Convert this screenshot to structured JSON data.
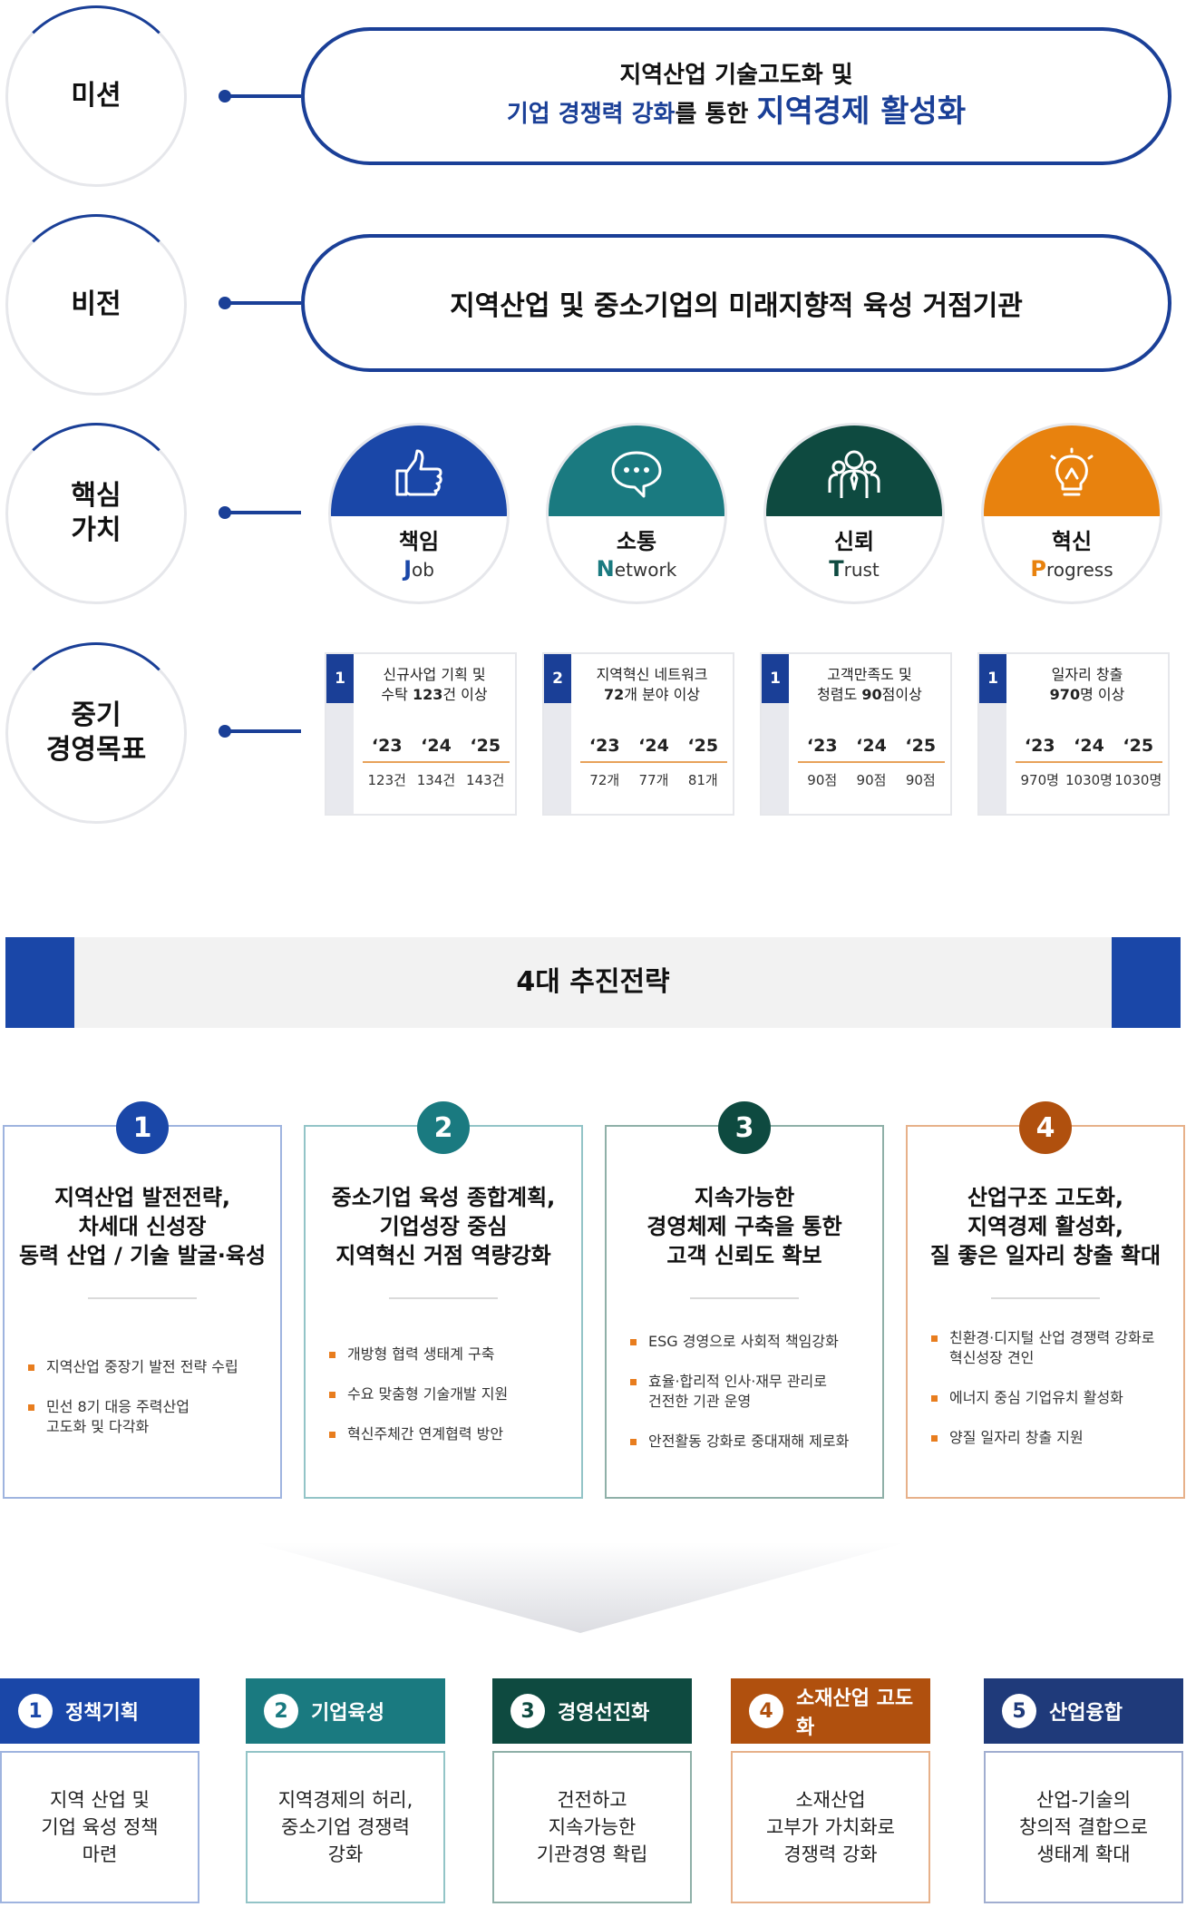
{
  "rows": {
    "mission_label": "미션",
    "vision_label": "비전",
    "values_label": "핵심\n가치",
    "goals_label": "중기\n경영목표"
  },
  "mission": {
    "line1": "지역산업 기술고도화 및",
    "line2_blue": "기업 경쟁력 강화",
    "line2_mid": "를 통한 ",
    "line2_big": "지역경제 활성화"
  },
  "vision": {
    "text": "지역산업 및 중소기업의 미래지향적 육성 거점기관"
  },
  "core_values": [
    {
      "kor": "책임",
      "initial": "J",
      "rest": "ob",
      "color": "#1a47a8",
      "icon": "thumbs-up-icon"
    },
    {
      "kor": "소통",
      "initial": "N",
      "rest": "etwork",
      "color": "#1a7a80",
      "icon": "chat-bubble-icon"
    },
    {
      "kor": "신뢰",
      "initial": "T",
      "rest": "rust",
      "color": "#0e4a40",
      "icon": "people-icon"
    },
    {
      "kor": "혁신",
      "initial": "P",
      "rest": "rogress",
      "color": "#e8820e",
      "icon": "lightbulb-icon"
    }
  ],
  "mid_goals": [
    {
      "num": "1",
      "title_pre": "신규사업 기획 및\n수탁 ",
      "title_bold": "123",
      "title_post": "건 이상",
      "years": [
        "‘23",
        "‘24",
        "‘25"
      ],
      "values": [
        "123건",
        "134건",
        "143건"
      ]
    },
    {
      "num": "2",
      "title_pre": "지역혁신 네트워크\n",
      "title_bold": "72",
      "title_post": "개 분야 이상",
      "years": [
        "‘23",
        "‘24",
        "‘25"
      ],
      "values": [
        "72개",
        "77개",
        "81개"
      ]
    },
    {
      "num": "1",
      "title_pre": "고객만족도 및\n청렴도 ",
      "title_bold": "90",
      "title_post": "점이상",
      "years": [
        "‘23",
        "‘24",
        "‘25"
      ],
      "values": [
        "90점",
        "90점",
        "90점"
      ]
    },
    {
      "num": "1",
      "title_pre": "일자리 창출\n",
      "title_bold": "970",
      "title_post": "명 이상",
      "years": [
        "‘23",
        "‘24",
        "‘25"
      ],
      "values": [
        "970명",
        "1030명",
        "1030명"
      ]
    }
  ],
  "strategy_banner": "4대 추진전략",
  "strategies": [
    {
      "num": "1",
      "color": "#1a47a8",
      "border": "#9fb4df",
      "title": "지역산업 발전전략,\n차세대 신성장\n동력 산업 / 기술 발굴·육성",
      "items": [
        "지역산업 중장기 발전 전략 수립",
        "민선 8기 대응 주력산업\n고도화 및 다각화"
      ]
    },
    {
      "num": "2",
      "color": "#1a7a80",
      "border": "#93c4c7",
      "title": "중소기업 육성 종합계획,\n기업성장 중심\n지역혁신 거점 역량강화",
      "items": [
        "개방형 협력 생태계 구축",
        "수요 맞춤형 기술개발 지원",
        "혁신주체간 연계협력 방안"
      ]
    },
    {
      "num": "3",
      "color": "#0e4a40",
      "border": "#8fb0a8",
      "title": "지속가능한\n경영체제 구축을 통한\n고객 신뢰도 확보",
      "items": [
        "ESG 경영으로 사회적 책임강화",
        "효율·합리적 인사·재무 관리로\n건전한 기관 운영",
        "안전활동 강화로 중대재해 제로화"
      ]
    },
    {
      "num": "4",
      "color": "#b0500e",
      "border": "#e7b18a",
      "title": "산업구조 고도화,\n지역경제 활성화,\n질 좋은 일자리 창출 확대",
      "items": [
        "친환경·디지털 산업 경쟁력 강화로\n혁신성장 견인",
        "에너지 중심 기업유치 활성화",
        "양질 일자리 창출 지원"
      ]
    }
  ],
  "bottom_goals": [
    {
      "num": "1",
      "label": "정책기획",
      "color": "#1a47a8",
      "border": "#9fb4df",
      "text": "지역 산업 및\n기업 육성 정책\n마련"
    },
    {
      "num": "2",
      "label": "기업육성",
      "color": "#1a7a80",
      "border": "#93c4c7",
      "text": "지역경제의 허리,\n중소기업 경쟁력\n강화"
    },
    {
      "num": "3",
      "label": "경영선진화",
      "color": "#0e4a40",
      "border": "#8fb0a8",
      "text": "건전하고\n지속가능한\n기관경영 확립"
    },
    {
      "num": "4",
      "label": "소재산업 고도화",
      "color": "#b0500e",
      "border": "#e7b18a",
      "text": "소재산업\n고부가 가치화로\n경쟁력 강화"
    },
    {
      "num": "5",
      "label": "산업융합",
      "color": "#1f3a7a",
      "border": "#a1aed0",
      "text": "산업-기술의\n창의적 결합으로\n생태계 확대"
    }
  ]
}
